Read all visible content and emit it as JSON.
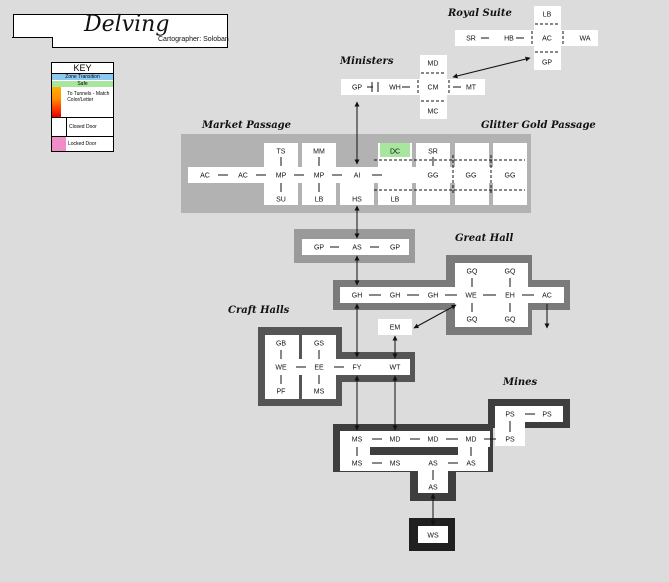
{
  "map": {
    "title": "Delving",
    "cartographer": "Cartographer: Soloban"
  },
  "key": {
    "title": "KEY",
    "zone_transition": "Zone Transition",
    "safe": "Safe",
    "tunnels": "To Tunnels - Match Color/Letter",
    "closed_door": "Closed Door",
    "locked_door": "Locked Door",
    "colors": {
      "zone_transition": "#8ec9f2",
      "safe": "#a8e6a0",
      "locked_door": "#f28cc8"
    }
  },
  "zones": {
    "royal_suite": "Royal Suite",
    "ministers": "Ministers",
    "market_passage": "Market Passage",
    "glitter_gold_passage": "Glitter Gold Passage",
    "great_hall": "Great Hall",
    "craft_halls": "Craft Halls",
    "mines": "Mines"
  },
  "nodes": [
    {
      "id": "rs_lb",
      "label": "LB"
    },
    {
      "id": "rs_sr",
      "label": "SR"
    },
    {
      "id": "rs_hb",
      "label": "HB"
    },
    {
      "id": "rs_ac",
      "label": "AC"
    },
    {
      "id": "rs_wa",
      "label": "WA"
    },
    {
      "id": "rs_gp",
      "label": "GP"
    },
    {
      "id": "mi_md",
      "label": "MD"
    },
    {
      "id": "mi_gp",
      "label": "GP"
    },
    {
      "id": "mi_wh",
      "label": "WH"
    },
    {
      "id": "mi_cm",
      "label": "CM"
    },
    {
      "id": "mi_mt",
      "label": "MT"
    },
    {
      "id": "mi_mc",
      "label": "MC"
    },
    {
      "id": "mk_ts",
      "label": "TS"
    },
    {
      "id": "mk_mm",
      "label": "MM"
    },
    {
      "id": "mk_dc",
      "label": "DC"
    },
    {
      "id": "mk_sr",
      "label": "SR"
    },
    {
      "id": "mk_ac1",
      "label": "AC"
    },
    {
      "id": "mk_ac2",
      "label": "AC"
    },
    {
      "id": "mk_mp1",
      "label": "MP"
    },
    {
      "id": "mk_mp2",
      "label": "MP"
    },
    {
      "id": "mk_ai",
      "label": "AI"
    },
    {
      "id": "mk_gg1",
      "label": "GG"
    },
    {
      "id": "mk_gg2",
      "label": "GG"
    },
    {
      "id": "mk_gg3",
      "label": "GG"
    },
    {
      "id": "mk_su",
      "label": "SU"
    },
    {
      "id": "mk_lb1",
      "label": "LB"
    },
    {
      "id": "mk_hs",
      "label": "HS"
    },
    {
      "id": "mk_lb2",
      "label": "LB"
    },
    {
      "id": "as_gp1",
      "label": "GP"
    },
    {
      "id": "as_as",
      "label": "AS"
    },
    {
      "id": "as_gp2",
      "label": "GP"
    },
    {
      "id": "gh_gq1",
      "label": "GQ"
    },
    {
      "id": "gh_gq2",
      "label": "GQ"
    },
    {
      "id": "gh_gh1",
      "label": "GH"
    },
    {
      "id": "gh_gh2",
      "label": "GH"
    },
    {
      "id": "gh_gh3",
      "label": "GH"
    },
    {
      "id": "gh_we",
      "label": "WE"
    },
    {
      "id": "gh_eh",
      "label": "EH"
    },
    {
      "id": "gh_ac",
      "label": "AC"
    },
    {
      "id": "gh_gq3",
      "label": "GQ"
    },
    {
      "id": "gh_gq4",
      "label": "GQ"
    },
    {
      "id": "ch_em",
      "label": "EM"
    },
    {
      "id": "ch_gb",
      "label": "GB"
    },
    {
      "id": "ch_gs",
      "label": "GS"
    },
    {
      "id": "ch_we",
      "label": "WE"
    },
    {
      "id": "ch_ee",
      "label": "EE"
    },
    {
      "id": "ch_fy",
      "label": "FY"
    },
    {
      "id": "ch_wt",
      "label": "WT"
    },
    {
      "id": "ch_pf",
      "label": "PF"
    },
    {
      "id": "ch_ms",
      "label": "MS"
    },
    {
      "id": "mn_ps1",
      "label": "PS"
    },
    {
      "id": "mn_ps2",
      "label": "PS"
    },
    {
      "id": "mn_ms1",
      "label": "MS"
    },
    {
      "id": "mn_md1",
      "label": "MD"
    },
    {
      "id": "mn_md2",
      "label": "MD"
    },
    {
      "id": "mn_md3",
      "label": "MD"
    },
    {
      "id": "mn_ps3",
      "label": "PS"
    },
    {
      "id": "mn_ms2",
      "label": "MS"
    },
    {
      "id": "mn_ms3",
      "label": "MS"
    },
    {
      "id": "mn_as1",
      "label": "AS"
    },
    {
      "id": "mn_as2",
      "label": "AS"
    },
    {
      "id": "mn_as3",
      "label": "AS"
    },
    {
      "id": "ws",
      "label": "WS"
    }
  ]
}
